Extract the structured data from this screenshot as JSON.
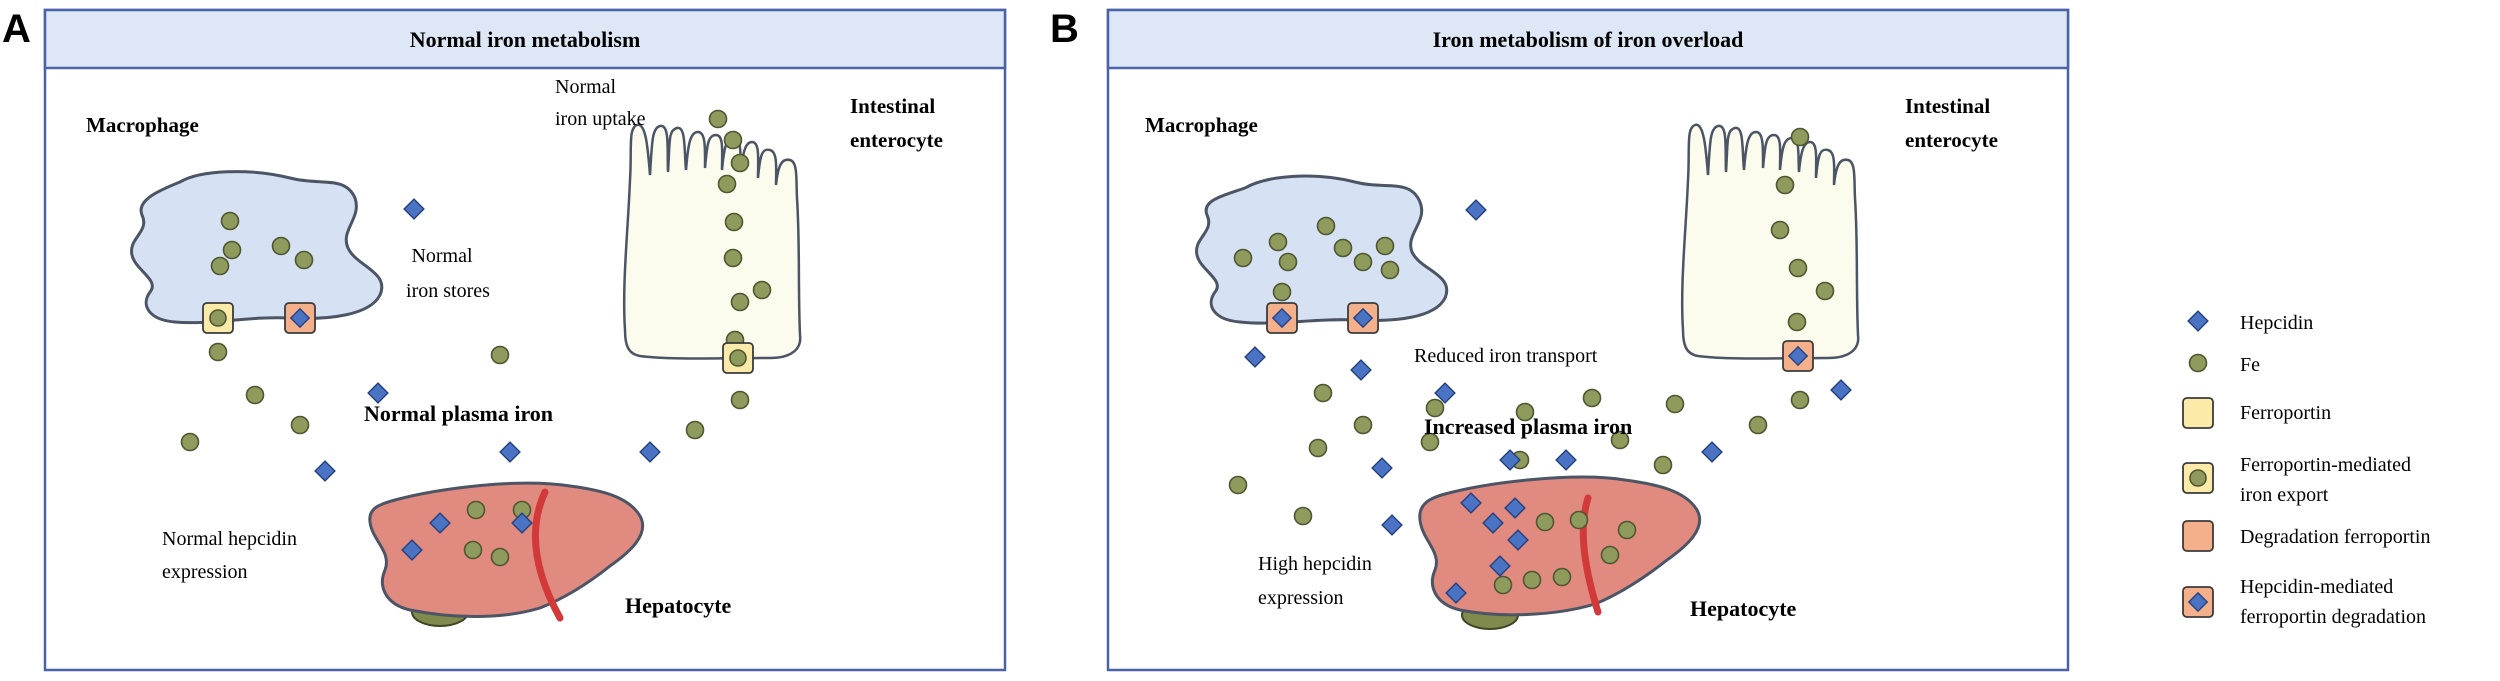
{
  "panel_a": {
    "letter": "A",
    "title": "Normal iron metabolism",
    "macrophage_label": "Macrophage",
    "iron_stores_line1": "Normal",
    "iron_stores_line2": "iron stores",
    "uptake_line1": "Normal",
    "uptake_line2": "iron uptake",
    "enterocyte_line1": "Intestinal",
    "enterocyte_line2": "enterocyte",
    "plasma_label": "Normal plasma iron",
    "hepcidin_line1": "Normal hepcidin",
    "hepcidin_line2": "expression",
    "hepatocyte_label": "Hepatocyte"
  },
  "panel_b": {
    "letter": "B",
    "title": "Iron metabolism of  iron overload",
    "macrophage_label": "Macrophage",
    "transport_label": "Reduced iron transport",
    "enterocyte_line1": "Intestinal",
    "enterocyte_line2": "enterocyte",
    "plasma_label": "Increased plasma iron",
    "hepcidin_line1": "High hepcidin",
    "hepcidin_line2": "expression",
    "hepatocyte_label": "Hepatocyte"
  },
  "legend": {
    "hepcidin": "Hepcidin",
    "fe": "Fe",
    "ferroportin": "Ferroportin",
    "fpn_export_line1": "Ferroportin-mediated",
    "fpn_export_line2": "iron export",
    "degradation": "Degradation ferroportin",
    "hep_deg_line1": "Hepcidin-mediated",
    "hep_deg_line2": "ferroportin degradation"
  },
  "colors": {
    "frame": "#4a62a8",
    "header_fill": "#dde7f5",
    "macrophage_fill": "#d6e2f3",
    "enterocyte_fill": "#fbfbee",
    "liver_fill": "#e08a80",
    "fe_fill": "#8f9b5c",
    "hepcidin_fill": "#4a73c4",
    "ferroportin_fill": "#fbeaa8",
    "degradation_fill": "#f3b08a"
  }
}
